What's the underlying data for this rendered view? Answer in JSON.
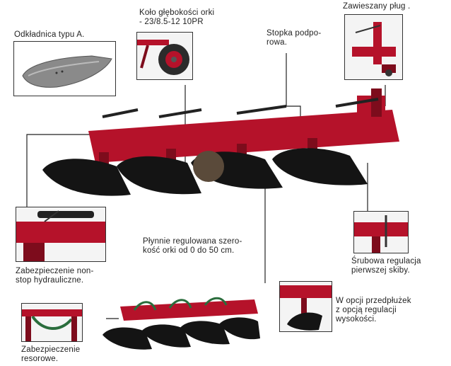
{
  "labels": {
    "moldboard": "Odkładnica typu A.",
    "depth_wheel": "Koło głębokości orki\n- 23/8.5-12 10PR",
    "mounted_plough": "Zawieszany pług .",
    "support_foot": "Stopka podpo-\nrowa.",
    "width_adjust": "Płynnie regulowana szero-\nkość orki od 0 do 50 cm.",
    "hydraulic_protection": "Zabezpieczenie non-\nstop hydrauliczne.",
    "screw_adjust": "Śrubowa regulacja\npierwszej skiby.",
    "skimmer": "W opcji przedpłużek\nz opcją regulacji\nwysokości.",
    "spring_protection": "Zabezpieczenie\nresorowe."
  },
  "colors": {
    "frame_red": "#b5122a",
    "frame_dark": "#7d0c1c",
    "moldboard_black": "#141414",
    "line": "#222222"
  }
}
